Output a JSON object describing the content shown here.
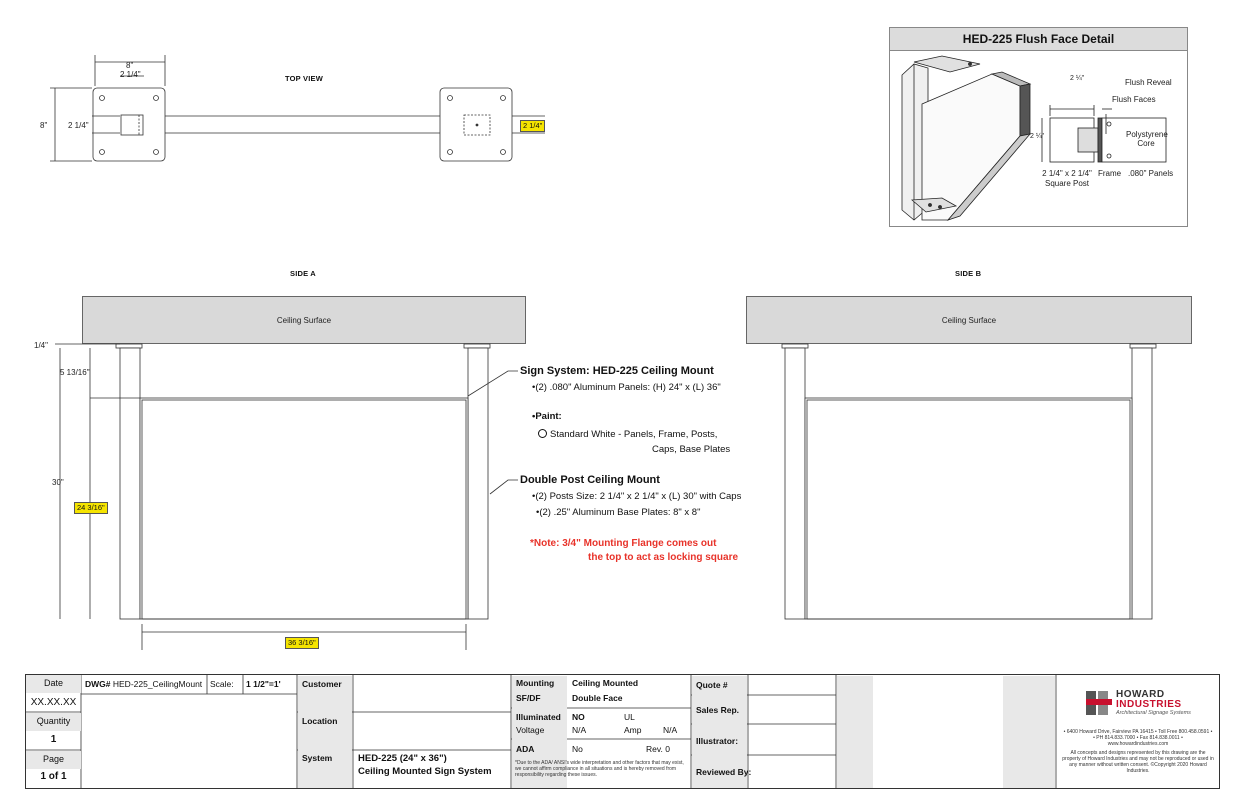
{
  "top_view": {
    "title": "TOP VIEW",
    "dim_width_8": "8\"",
    "dim_post_2_25": "2 1/4\"",
    "dim_height_8": "8\"",
    "dim_post_left": "2 1/4\"",
    "dim_post_right": "2 1/4\""
  },
  "detail": {
    "title": "HED-225 Flush Face Detail",
    "dim_top": "2 ¼\"",
    "dim_side": "2 ¼\"",
    "flush_reveal": "Flush Reveal",
    "flush_faces": "Flush Faces",
    "core": "Polystyrene Core",
    "post": "2 1/4\" x 2 1/4\" Square Post",
    "frame": "Frame",
    "panels": ".080\" Panels"
  },
  "side_a": {
    "title": "SIDE A",
    "ceiling": "Ceiling Surface",
    "dim_flange": "1/4\"",
    "dim_gap": "5 13/16\"",
    "dim_post_len": "30\"",
    "dim_panel_h": "24 3/16\"",
    "dim_panel_w": "36 3/16\""
  },
  "side_b": {
    "title": "SIDE B",
    "ceiling": "Ceiling Surface"
  },
  "specs": {
    "h1": "Sign System: HED-225 Ceiling Mount",
    "b1": "•(2) .080\" Aluminum Panels: (H) 24\" x (L) 36\"",
    "paint_label": "•Paint:",
    "paint_1": "Standard White - Panels, Frame, Posts,",
    "paint_2": "Caps, Base Plates",
    "h2": "Double Post Ceiling Mount",
    "b2": "•(2) Posts Size: 2 1/4\" x 2 1/4\" x (L) 30\"  with Caps",
    "b3": "•(2) .25\" Aluminum Base Plates: 8\" x 8\"",
    "note_1": "*Note: 3/4\" Mounting Flange comes out",
    "note_2": "the top to act as locking square"
  },
  "title_block": {
    "date_label": "Date",
    "date_value": "XX.XX.XX",
    "qty_label": "Quantity",
    "qty_value": "1",
    "page_label": "Page",
    "page_value": "1 of 1",
    "dwg_label": "DWG#",
    "dwg_value": "HED-225_CeilingMount",
    "scale_label": "Scale:",
    "scale_value": "1 1/2\"=1'",
    "customer_label": "Customer",
    "location_label": "Location",
    "system_label": "System",
    "system_value_1": "HED-225 (24\" x 36\")",
    "system_value_2": "Ceiling Mounted Sign System",
    "mounting_label": "Mounting",
    "mounting_value": "Ceiling Mounted",
    "sfdf_label": "SF/DF",
    "sfdf_value": "Double Face",
    "illum_label": "Illuminated",
    "illum_value": "NO",
    "ul_label": "UL",
    "voltage_label": "Voltage",
    "voltage_value": "N/A",
    "amp_label": "Amp",
    "amp_value": "N/A",
    "ada_label": "ADA",
    "ada_value": "No",
    "rev_label": "Rev. 0",
    "ada_note": "*Due to the ADA/ ANSI's wide interpretation and other factors that may exist, we cannot affirm compliance in all situations and is hereby removed from responsibility regarding these issues.",
    "quote_label": "Quote #",
    "sales_label": "Sales Rep.",
    "illustrator_label": "Illustrator:",
    "reviewed_label": "Reviewed By:",
    "logo_top": "HOWARD",
    "logo_bottom": "INDUSTRIES",
    "logo_tag": "Architectural Signage Systems",
    "address_1": "• 6400 Howard Drive, Fairview PA 16415 • Toll Free 800.458.0591 •",
    "address_2": "• PH 814.833.7000 • Fax 814.838.0011 •",
    "address_3": "www.howardindustries.com",
    "legal": "All concepts and designs represented by this drawing are the property of Howard Industries and may not be reproduced or used in any manner without written consent. ©Copyright 2020 Howard Industries."
  }
}
